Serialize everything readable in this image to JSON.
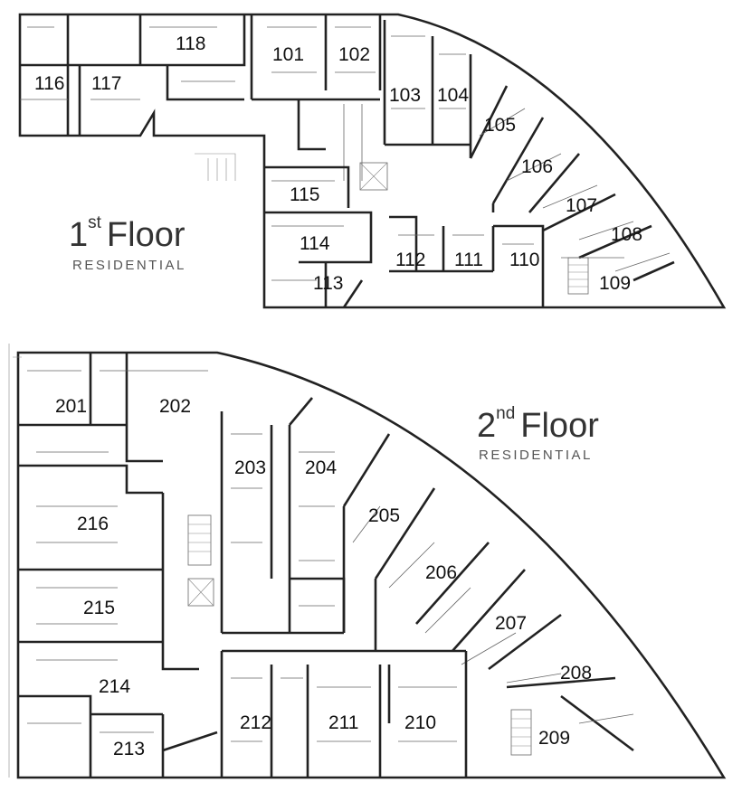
{
  "floors": [
    {
      "id": "first",
      "title_number": "1",
      "title_suffix": "st",
      "title_word": "Floor",
      "subtitle": "RESIDENTIAL",
      "units": [
        "101",
        "102",
        "103",
        "104",
        "105",
        "106",
        "107",
        "108",
        "109",
        "110",
        "111",
        "112",
        "113",
        "114",
        "115",
        "116",
        "117",
        "118"
      ]
    },
    {
      "id": "second",
      "title_number": "2",
      "title_suffix": "nd",
      "title_word": "Floor",
      "subtitle": "RESIDENTIAL",
      "units": [
        "201",
        "202",
        "203",
        "204",
        "205",
        "206",
        "207",
        "208",
        "209",
        "210",
        "211",
        "212",
        "213",
        "214",
        "215",
        "216"
      ]
    }
  ],
  "colors": {
    "walls": "#222222",
    "background": "#ffffff",
    "linework": "#888888"
  }
}
